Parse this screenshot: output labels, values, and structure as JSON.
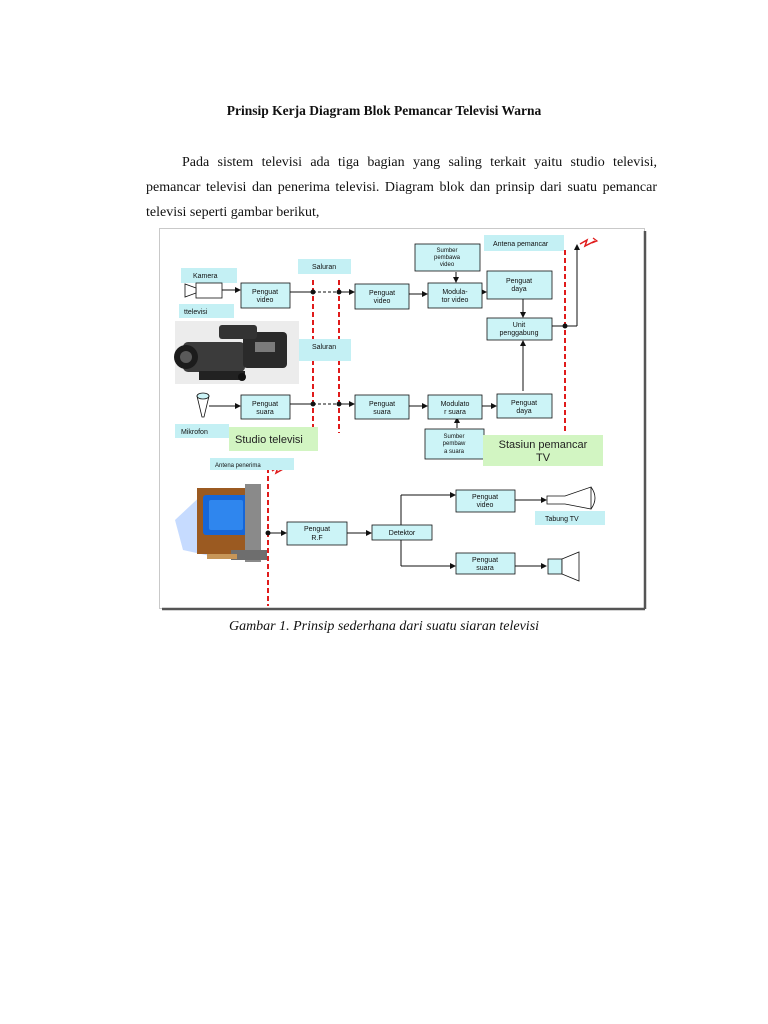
{
  "document": {
    "title": "Prinsip Kerja Diagram Blok Pemancar Televisi Warna",
    "paragraph": "Pada sistem televisi ada tiga bagian yang saling terkait yaitu studio televisi, pemancar televisi dan penerima televisi. Diagram blok dan prinsip dari suatu pemancar televisi seperti gambar berikut,",
    "caption": "Gambar 1. Prinsip sederhana dari suatu siaran televisi"
  },
  "diagram": {
    "labels": {
      "kamera": "Kamera",
      "ttelevisi": "ttelevisi",
      "saluran_1": "Saluran",
      "saluran_2": "Saluran",
      "antena_pemancar": "Antena pemancar",
      "mikrofon": "Mikrofon",
      "studio_televisi": "Studio televisi",
      "stasiun_pemancar_1": "Stasiun pemancar",
      "stasiun_pemancar_2": "TV",
      "antena_penerima": "Antena penerima",
      "tabung_tv": "Tabung TV"
    },
    "blocks": {
      "penguat_video_1": [
        "Penguat",
        "video"
      ],
      "penguat_video_2": [
        "Penguat",
        "video"
      ],
      "sumber_pembawa_video": [
        "Sumber",
        "pembawa",
        "video"
      ],
      "modulator_video": [
        "Modula-",
        "tor video"
      ],
      "penguat_daya_1": [
        "Penguat",
        "daya"
      ],
      "unit_penggabung": [
        "Unit",
        "penggabung"
      ],
      "penguat_suara_1": [
        "Penguat",
        "suara"
      ],
      "penguat_suara_2": [
        "Penguat",
        "suara"
      ],
      "modulator_suara": [
        "Modulato",
        "r suara"
      ],
      "penguat_daya_2": [
        "Penguat",
        "daya"
      ],
      "sumber_pembawa_suara": [
        "Sumber",
        "pembaw",
        "a suara"
      ],
      "penguat_rf": [
        "Penguat",
        "R.F"
      ],
      "detektor": [
        "Detektor"
      ],
      "penguat_video_3": [
        "Penguat",
        "video"
      ],
      "penguat_suara_3": [
        "Penguat",
        "suara"
      ]
    },
    "colors": {
      "block_fill": "#ccf4f7",
      "label_bg": "#c4f0f4",
      "green_label": "#d2f5c2",
      "dashed_red": "#e01b1b",
      "line": "#111111"
    }
  }
}
